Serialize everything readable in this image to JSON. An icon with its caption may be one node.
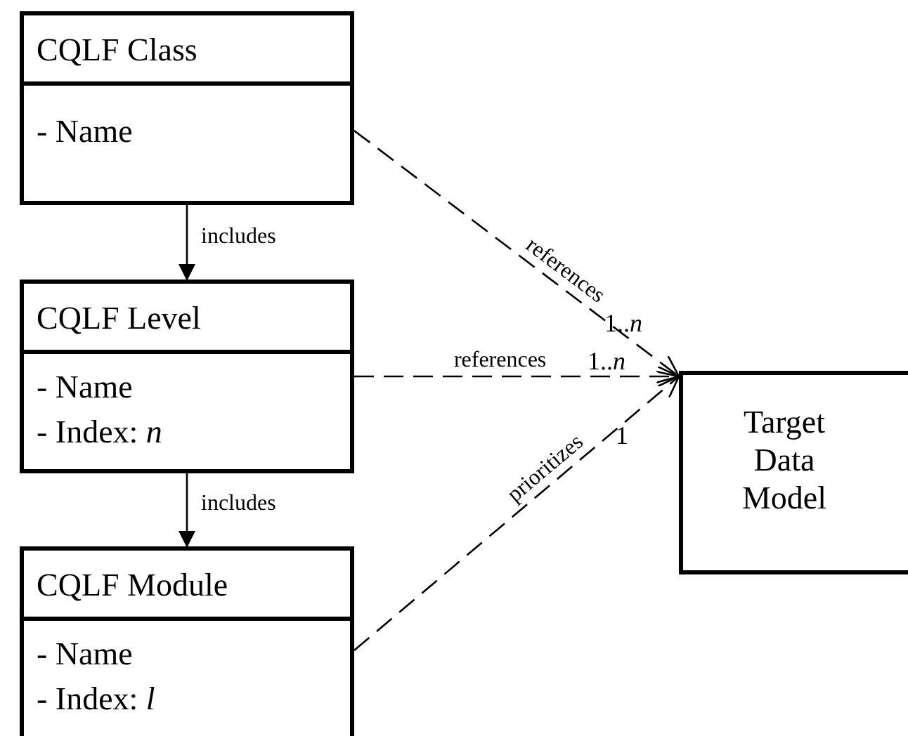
{
  "diagram": {
    "nodes": [
      {
        "text": [
          "CQLF Class",
          "- Name"
        ]
      },
      {
        "text": [
          "CQLF Level",
          "- Name",
          "- Index: *n*"
        ]
      },
      {
        "text": [
          "CQLF Module",
          "- Name",
          "- Index: *l*"
        ]
      },
      {
        "text": [
          "Target Data Model"
        ]
      }
    ],
    "edges": [
      {
        "from": 0,
        "to": 1,
        "arrow": "to",
        "label": "includes"
      },
      {
        "from": 1,
        "to": 2,
        "arrow": "to",
        "label": "includes"
      },
      {
        "from": 0,
        "to": 3,
        "arrow": "to",
        "label": "references",
        "style": "dashed"
      },
      {
        "from": 1,
        "to": 3,
        "arrow": "to",
        "label": "references",
        "style": "dashed"
      },
      {
        "from": 2,
        "to": 3,
        "arrow": "to",
        "label": "prioritizes",
        "style": "dashed"
      }
    ],
    "labels": [
      "1..*n*",
      "1..*n*",
      "1"
    ]
  }
}
